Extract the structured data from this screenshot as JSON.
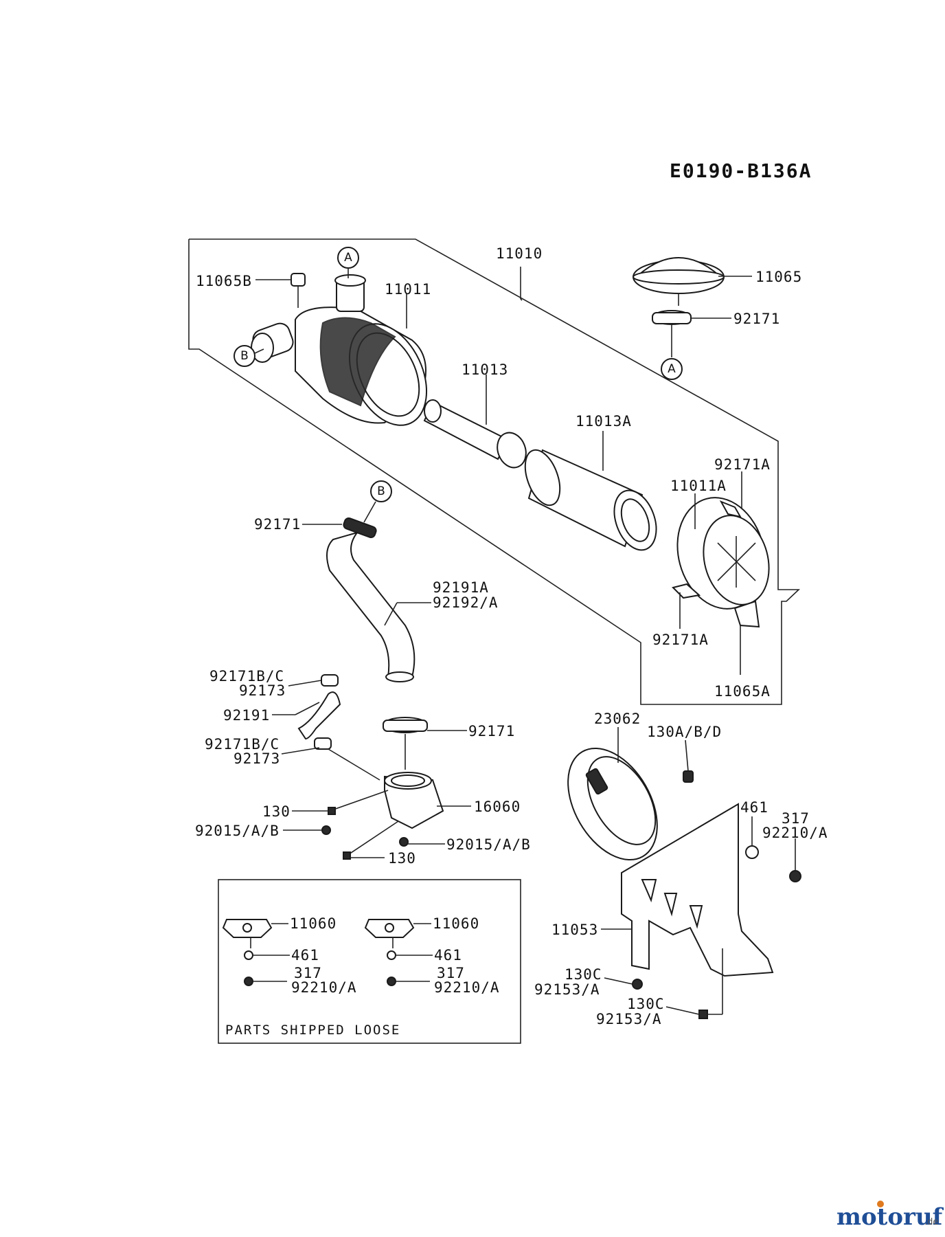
{
  "diagram_code": "E0190-B136A",
  "section_note": "PARTS SHIPPED LOOSE",
  "refs": {
    "a": "A",
    "b": "B"
  },
  "labels": {
    "p11010": "11010",
    "p11065b": "11065B",
    "p11011": "11011",
    "p11065": "11065",
    "p92171_top": "92171",
    "p11013": "11013",
    "p11013a": "11013A",
    "p92171a_top": "92171A",
    "p11011a": "11011A",
    "p92171_hose": "92171",
    "p92191a": "92191A",
    "p92192a": "92192/A",
    "p92171a_bottom": "92171A",
    "p11065a": "11065A",
    "p92171bc_1": "92171B/C",
    "p92173_1": "92173",
    "p92191": "92191",
    "p92171_clamp": "92171",
    "p92171bc_2": "92171B/C",
    "p92173_2": "92173",
    "p23062": "23062",
    "p130abd": "130A/B/D",
    "p130_1": "130",
    "p16060": "16060",
    "p92015ab_1": "92015/A/B",
    "p92015ab_2": "92015/A/B",
    "p130_2": "130",
    "p461": "461",
    "p317": "317",
    "p92210a": "92210/A",
    "p11053": "11053",
    "p130c_1": "130C",
    "p92153a_1": "92153/A",
    "p130c_2": "130C",
    "p92153a_2": "92153/A"
  },
  "loose_parts": [
    {
      "gasket": "11060",
      "nut": "461",
      "washer_a": "317",
      "washer_b": "92210/A"
    },
    {
      "gasket": "11060",
      "nut": "461",
      "washer_a": "317",
      "washer_b": "92210/A"
    }
  ],
  "brand": {
    "name": "motoruf",
    "tld": ".de",
    "color_main": "#1f4e96",
    "color_accent": "#e07a1f"
  }
}
